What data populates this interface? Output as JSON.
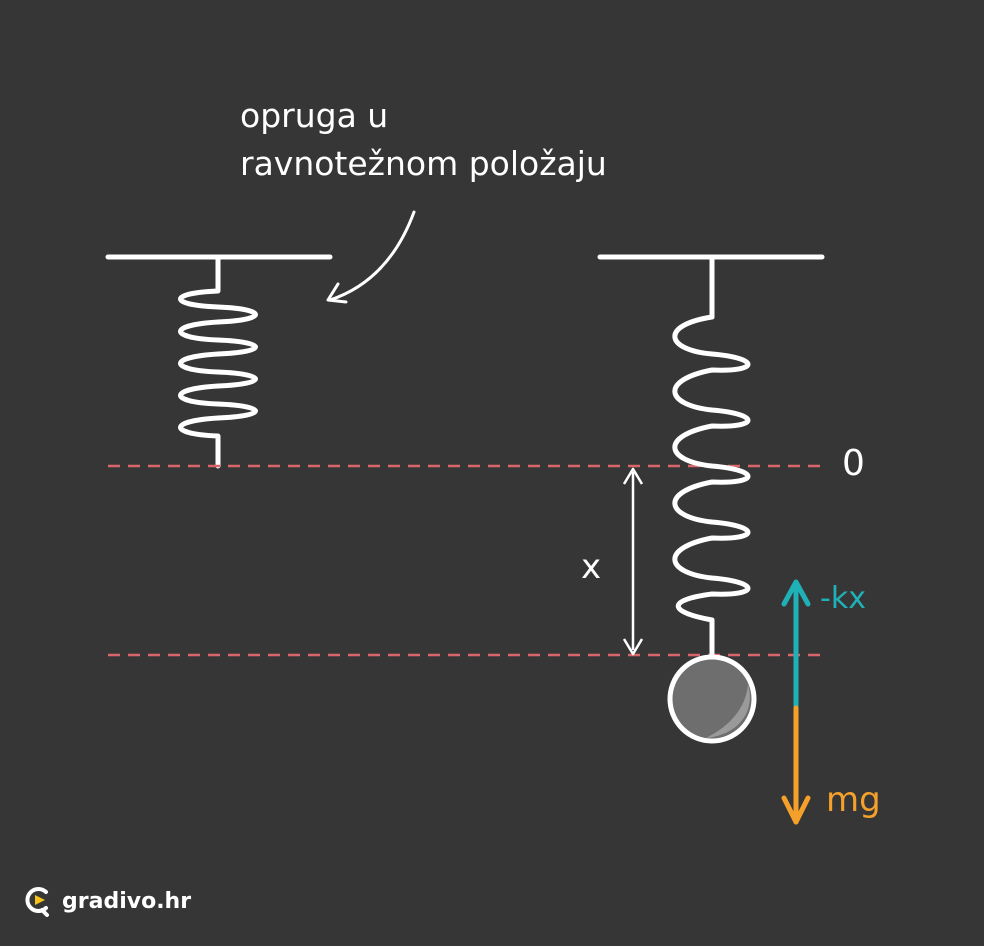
{
  "caption": {
    "line1": "opruga u",
    "line2": "ravnotežnom položaju"
  },
  "labels": {
    "equilibrium": "0",
    "displacement": "x",
    "spring_force": "-kx",
    "gravity_force": "mg"
  },
  "logo": {
    "text": "gradivo.hr",
    "icon": "gradivo-play-icon"
  },
  "colors": {
    "background": "#363636",
    "line": "#ffffff",
    "dashed_guide": "#d9646a",
    "spring_force": "#1fb0b8",
    "gravity_force": "#f6a02c",
    "mass": "#6e6e6e",
    "logo_accent": "#f7c21b"
  }
}
